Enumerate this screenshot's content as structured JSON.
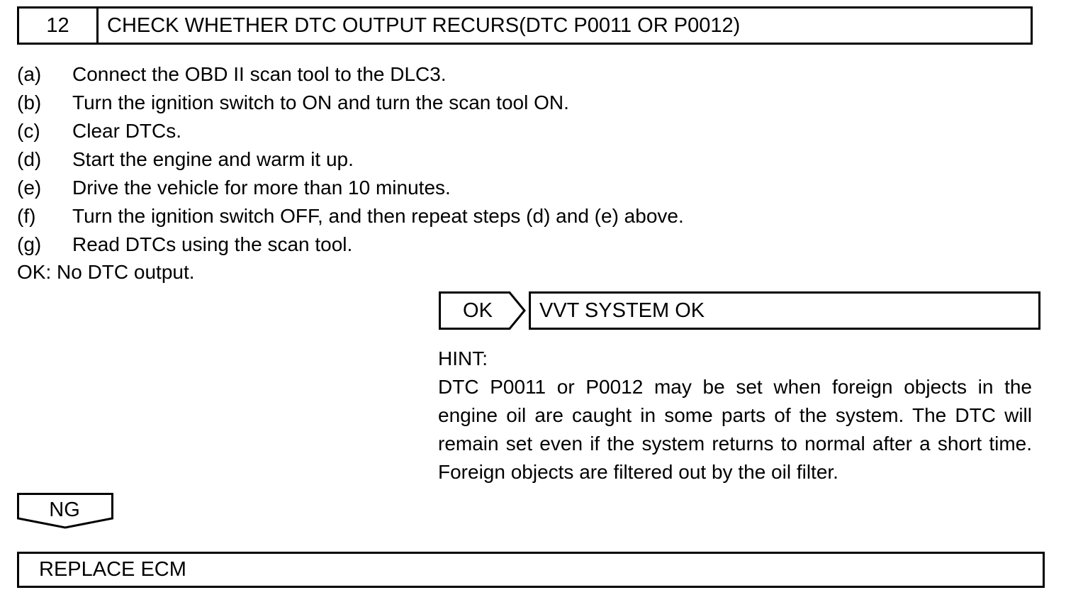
{
  "step": {
    "number": "12",
    "title": "CHECK WHETHER DTC OUTPUT RECURS(DTC P0011 OR P0012)"
  },
  "instructions": [
    {
      "marker": "(a)",
      "text": "Connect the OBD II scan tool to the DLC3."
    },
    {
      "marker": "(b)",
      "text": "Turn the ignition switch to ON and turn the scan tool ON."
    },
    {
      "marker": "(c)",
      "text": "Clear DTCs."
    },
    {
      "marker": "(d)",
      "text": "Start the engine and warm it up."
    },
    {
      "marker": "(e)",
      "text": "Drive the vehicle for more than 10 minutes."
    },
    {
      "marker": "(f)",
      "text": "Turn the ignition switch OFF, and then repeat steps (d) and (e) above."
    },
    {
      "marker": "(g)",
      "text": "Read DTCs using the scan tool."
    }
  ],
  "ok_condition": "OK: No DTC output.",
  "ok_branch": {
    "label": "OK",
    "result": "VVT SYSTEM OK"
  },
  "hint": {
    "heading": "HINT:",
    "text": "DTC P0011 or P0012 may be set when foreign objects in the engine oil are caught in some parts of the system. The DTC will remain set even if the system returns to normal after a short time. Foreign objects are filtered out by the oil filter."
  },
  "ng_branch": {
    "label": "NG",
    "result": "REPLACE ECM"
  }
}
